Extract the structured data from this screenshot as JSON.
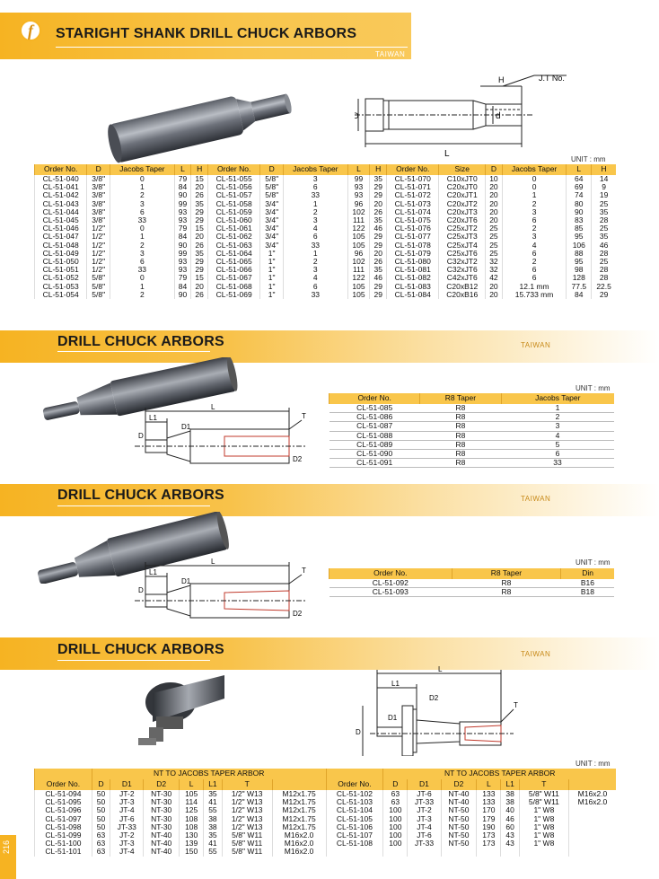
{
  "page": {
    "number": "216"
  },
  "section1": {
    "title": "STARIGHT SHANK DRILL CHUCK ARBORS",
    "country": "TAIWAN",
    "unit": "UNIT : mm",
    "diagram_labels": {
      "H": "H",
      "jt": "J.T No.",
      "d": "d",
      "D": "D",
      "L": "L"
    },
    "headers": [
      "Order No.",
      "D",
      "Jacobs Taper",
      "L",
      "H",
      "Order No.",
      "D",
      "Jacobs Taper",
      "L",
      "H",
      "Order No.",
      "Size",
      "D",
      "Jacobs Taper",
      "L",
      "H"
    ],
    "rows": [
      [
        "CL-51-040",
        "3/8\"",
        "0",
        "79",
        "15",
        "CL-51-055",
        "5/8\"",
        "3",
        "99",
        "35",
        "CL-51-070",
        "C10xJT0",
        "10",
        "0",
        "64",
        "14"
      ],
      [
        "CL-51-041",
        "3/8\"",
        "1",
        "84",
        "20",
        "CL-51-056",
        "5/8\"",
        "6",
        "93",
        "29",
        "CL-51-071",
        "C20xJT0",
        "20",
        "0",
        "69",
        "9"
      ],
      [
        "CL-51-042",
        "3/8\"",
        "2",
        "90",
        "26",
        "CL-51-057",
        "5/8\"",
        "33",
        "93",
        "29",
        "CL-51-072",
        "C20xJT1",
        "20",
        "1",
        "74",
        "19"
      ],
      [
        "CL-51-043",
        "3/8\"",
        "3",
        "99",
        "35",
        "CL-51-058",
        "3/4\"",
        "1",
        "96",
        "20",
        "CL-51-073",
        "C20xJT2",
        "20",
        "2",
        "80",
        "25"
      ],
      [
        "CL-51-044",
        "3/8\"",
        "6",
        "93",
        "29",
        "CL-51-059",
        "3/4\"",
        "2",
        "102",
        "26",
        "CL-51-074",
        "C20xJT3",
        "20",
        "3",
        "90",
        "35"
      ],
      [
        "CL-51-045",
        "3/8\"",
        "33",
        "93",
        "29",
        "CL-51-060",
        "3/4\"",
        "3",
        "111",
        "35",
        "CL-51-075",
        "C20xJT6",
        "20",
        "6",
        "83",
        "28"
      ],
      [
        "CL-51-046",
        "1/2\"",
        "0",
        "79",
        "15",
        "CL-51-061",
        "3/4\"",
        "4",
        "122",
        "46",
        "CL-51-076",
        "C25xJT2",
        "25",
        "2",
        "85",
        "25"
      ],
      [
        "CL-51-047",
        "1/2\"",
        "1",
        "84",
        "20",
        "CL-51-062",
        "3/4\"",
        "6",
        "105",
        "29",
        "CL-51-077",
        "C25xJT3",
        "25",
        "3",
        "95",
        "35"
      ],
      [
        "CL-51-048",
        "1/2\"",
        "2",
        "90",
        "26",
        "CL-51-063",
        "3/4\"",
        "33",
        "105",
        "29",
        "CL-51-078",
        "C25xJT4",
        "25",
        "4",
        "106",
        "46"
      ],
      [
        "CL-51-049",
        "1/2\"",
        "3",
        "99",
        "35",
        "CL-51-064",
        "1\"",
        "1",
        "96",
        "20",
        "CL-51-079",
        "C25xJT6",
        "25",
        "6",
        "88",
        "28"
      ],
      [
        "CL-51-050",
        "1/2\"",
        "6",
        "93",
        "29",
        "CL-51-065",
        "1\"",
        "2",
        "102",
        "26",
        "CL-51-080",
        "C32xJT2",
        "32",
        "2",
        "95",
        "25"
      ],
      [
        "CL-51-051",
        "1/2\"",
        "33",
        "93",
        "29",
        "CL-51-066",
        "1\"",
        "3",
        "111",
        "35",
        "CL-51-081",
        "C32xJT6",
        "32",
        "6",
        "98",
        "28"
      ],
      [
        "CL-51-052",
        "5/8\"",
        "0",
        "79",
        "15",
        "CL-51-067",
        "1\"",
        "4",
        "122",
        "46",
        "CL-51-082",
        "C42xJT6",
        "42",
        "6",
        "128",
        "28"
      ],
      [
        "CL-51-053",
        "5/8\"",
        "1",
        "84",
        "20",
        "CL-51-068",
        "1\"",
        "6",
        "105",
        "29",
        "CL-51-083",
        "C20xB12",
        "20",
        "12.1 mm",
        "77.5",
        "22.5"
      ],
      [
        "CL-51-054",
        "5/8\"",
        "2",
        "90",
        "26",
        "CL-51-069",
        "1\"",
        "33",
        "105",
        "29",
        "CL-51-084",
        "C20xB16",
        "20",
        "15.733 mm",
        "84",
        "29"
      ]
    ]
  },
  "section2": {
    "title": "DRILL CHUCK ARBORS",
    "country": "TAIWAN",
    "unit": "UNIT : mm",
    "diagram_labels": {
      "L": "L",
      "L1": "L1",
      "D": "D",
      "D1": "D1",
      "D2": "D2",
      "T": "T"
    },
    "headers": [
      "Order No.",
      "R8 Taper",
      "Jacobs Taper"
    ],
    "rows": [
      [
        "CL-51-085",
        "R8",
        "1"
      ],
      [
        "CL-51-086",
        "R8",
        "2"
      ],
      [
        "CL-51-087",
        "R8",
        "3"
      ],
      [
        "CL-51-088",
        "R8",
        "4"
      ],
      [
        "CL-51-089",
        "R8",
        "5"
      ],
      [
        "CL-51-090",
        "R8",
        "6"
      ],
      [
        "CL-51-091",
        "R8",
        "33"
      ]
    ]
  },
  "section3": {
    "title": "DRILL CHUCK ARBORS",
    "country": "TAIWAN",
    "unit": "UNIT : mm",
    "diagram_labels": {
      "L": "L",
      "L1": "L1",
      "D": "D",
      "D1": "D1",
      "D2": "D2",
      "T": "T"
    },
    "headers": [
      "Order No.",
      "R8 Taper",
      "Din"
    ],
    "rows": [
      [
        "CL-51-092",
        "R8",
        "B16"
      ],
      [
        "CL-51-093",
        "R8",
        "B18"
      ]
    ]
  },
  "section4": {
    "title": "DRILL CHUCK ARBORS",
    "country": "TAIWAN",
    "unit": "UNIT : mm",
    "diagram_labels": {
      "L": "L",
      "L1": "L1",
      "D": "D",
      "D1": "D1",
      "D2": "D2",
      "T": "T"
    },
    "group_header": "NT TO JACOBS TAPER ARBOR",
    "headers": [
      "Order No.",
      "D",
      "D1",
      "D2",
      "L",
      "L1",
      "T",
      ""
    ],
    "left_rows": [
      [
        "CL-51-094",
        "50",
        "JT-2",
        "NT-30",
        "105",
        "35",
        "1/2\" W13",
        "M12x1.75"
      ],
      [
        "CL-51-095",
        "50",
        "JT-3",
        "NT-30",
        "114",
        "41",
        "1/2\" W13",
        "M12x1.75"
      ],
      [
        "CL-51-096",
        "50",
        "JT-4",
        "NT-30",
        "125",
        "55",
        "1/2\" W13",
        "M12x1.75"
      ],
      [
        "CL-51-097",
        "50",
        "JT-6",
        "NT-30",
        "108",
        "38",
        "1/2\" W13",
        "M12x1.75"
      ],
      [
        "CL-51-098",
        "50",
        "JT-33",
        "NT-30",
        "108",
        "38",
        "1/2\" W13",
        "M12x1.75"
      ],
      [
        "CL-51-099",
        "63",
        "JT-2",
        "NT-40",
        "130",
        "35",
        "5/8\" W11",
        "M16x2.0"
      ],
      [
        "CL-51-100",
        "63",
        "JT-3",
        "NT-40",
        "139",
        "41",
        "5/8\" W11",
        "M16x2.0"
      ],
      [
        "CL-51-101",
        "63",
        "JT-4",
        "NT-40",
        "150",
        "55",
        "5/8\" W11",
        "M16x2.0"
      ]
    ],
    "right_rows": [
      [
        "CL-51-102",
        "63",
        "JT-6",
        "NT-40",
        "133",
        "38",
        "5/8\" W11",
        "M16x2.0"
      ],
      [
        "CL-51-103",
        "63",
        "JT-33",
        "NT-40",
        "133",
        "38",
        "5/8\" W11",
        "M16x2.0"
      ],
      [
        "CL-51-104",
        "100",
        "JT-2",
        "NT-50",
        "170",
        "40",
        "1\" W8",
        ""
      ],
      [
        "CL-51-105",
        "100",
        "JT-3",
        "NT-50",
        "179",
        "46",
        "1\" W8",
        ""
      ],
      [
        "CL-51-106",
        "100",
        "JT-4",
        "NT-50",
        "190",
        "60",
        "1\" W8",
        ""
      ],
      [
        "CL-51-107",
        "100",
        "JT-6",
        "NT-50",
        "173",
        "43",
        "1\" W8",
        ""
      ],
      [
        "CL-51-108",
        "100",
        "JT-33",
        "NT-50",
        "173",
        "43",
        "1\" W8",
        ""
      ],
      [
        "",
        "",
        "",
        "",
        "",
        "",
        "",
        ""
      ]
    ]
  }
}
